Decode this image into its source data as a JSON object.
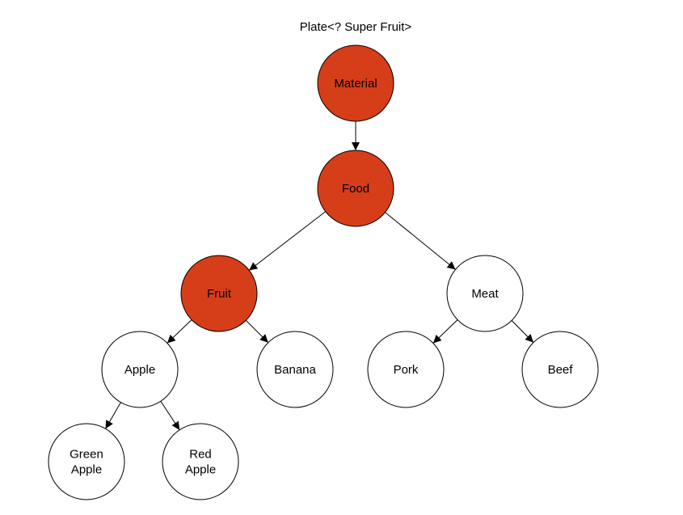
{
  "title": "Plate<? Super Fruit>",
  "colors": {
    "highlight": "#d63e1a",
    "normal": "#ffffff",
    "stroke": "#000000"
  },
  "nodes": [
    {
      "id": "material",
      "label": [
        "Material"
      ],
      "highlighted": true
    },
    {
      "id": "food",
      "label": [
        "Food"
      ],
      "highlighted": true
    },
    {
      "id": "fruit",
      "label": [
        "Fruit"
      ],
      "highlighted": true
    },
    {
      "id": "meat",
      "label": [
        "Meat"
      ],
      "highlighted": false
    },
    {
      "id": "apple",
      "label": [
        "Apple"
      ],
      "highlighted": false
    },
    {
      "id": "banana",
      "label": [
        "Banana"
      ],
      "highlighted": false
    },
    {
      "id": "pork",
      "label": [
        "Pork"
      ],
      "highlighted": false
    },
    {
      "id": "beef",
      "label": [
        "Beef"
      ],
      "highlighted": false
    },
    {
      "id": "green-apple",
      "label": [
        "Green",
        "Apple"
      ],
      "highlighted": false
    },
    {
      "id": "red-apple",
      "label": [
        "Red",
        "Apple"
      ],
      "highlighted": false
    }
  ],
  "edges": [
    {
      "from": "material",
      "to": "food"
    },
    {
      "from": "food",
      "to": "fruit"
    },
    {
      "from": "food",
      "to": "meat"
    },
    {
      "from": "fruit",
      "to": "apple"
    },
    {
      "from": "fruit",
      "to": "banana"
    },
    {
      "from": "meat",
      "to": "pork"
    },
    {
      "from": "meat",
      "to": "beef"
    },
    {
      "from": "apple",
      "to": "green-apple"
    },
    {
      "from": "apple",
      "to": "red-apple"
    }
  ]
}
